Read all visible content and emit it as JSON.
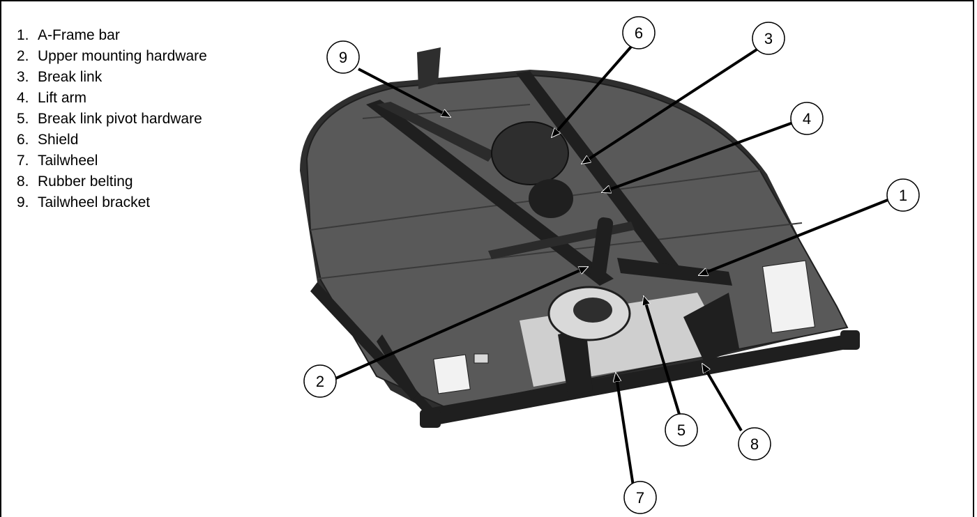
{
  "legend": [
    {
      "num": "1.",
      "label": "A-Frame bar"
    },
    {
      "num": "2.",
      "label": "Upper mounting hardware"
    },
    {
      "num": "3.",
      "label": "Break link"
    },
    {
      "num": "4.",
      "label": "Lift arm"
    },
    {
      "num": "5.",
      "label": "Break link pivot hardware"
    },
    {
      "num": "6.",
      "label": "Shield"
    },
    {
      "num": "7.",
      "label": "Tailwheel"
    },
    {
      "num": "8.",
      "label": "Rubber belting"
    },
    {
      "num": "9.",
      "label": "Tailwheel bracket"
    }
  ],
  "callouts": [
    "1",
    "2",
    "3",
    "4",
    "5",
    "6",
    "7",
    "8",
    "9"
  ],
  "colors": {
    "deck": "#595959",
    "deck_dark": "#2e2e2e",
    "frame": "#1f1f1f",
    "metal": "#3a3a3a",
    "light_panel": "#cfcfcf",
    "line": "#000000"
  }
}
